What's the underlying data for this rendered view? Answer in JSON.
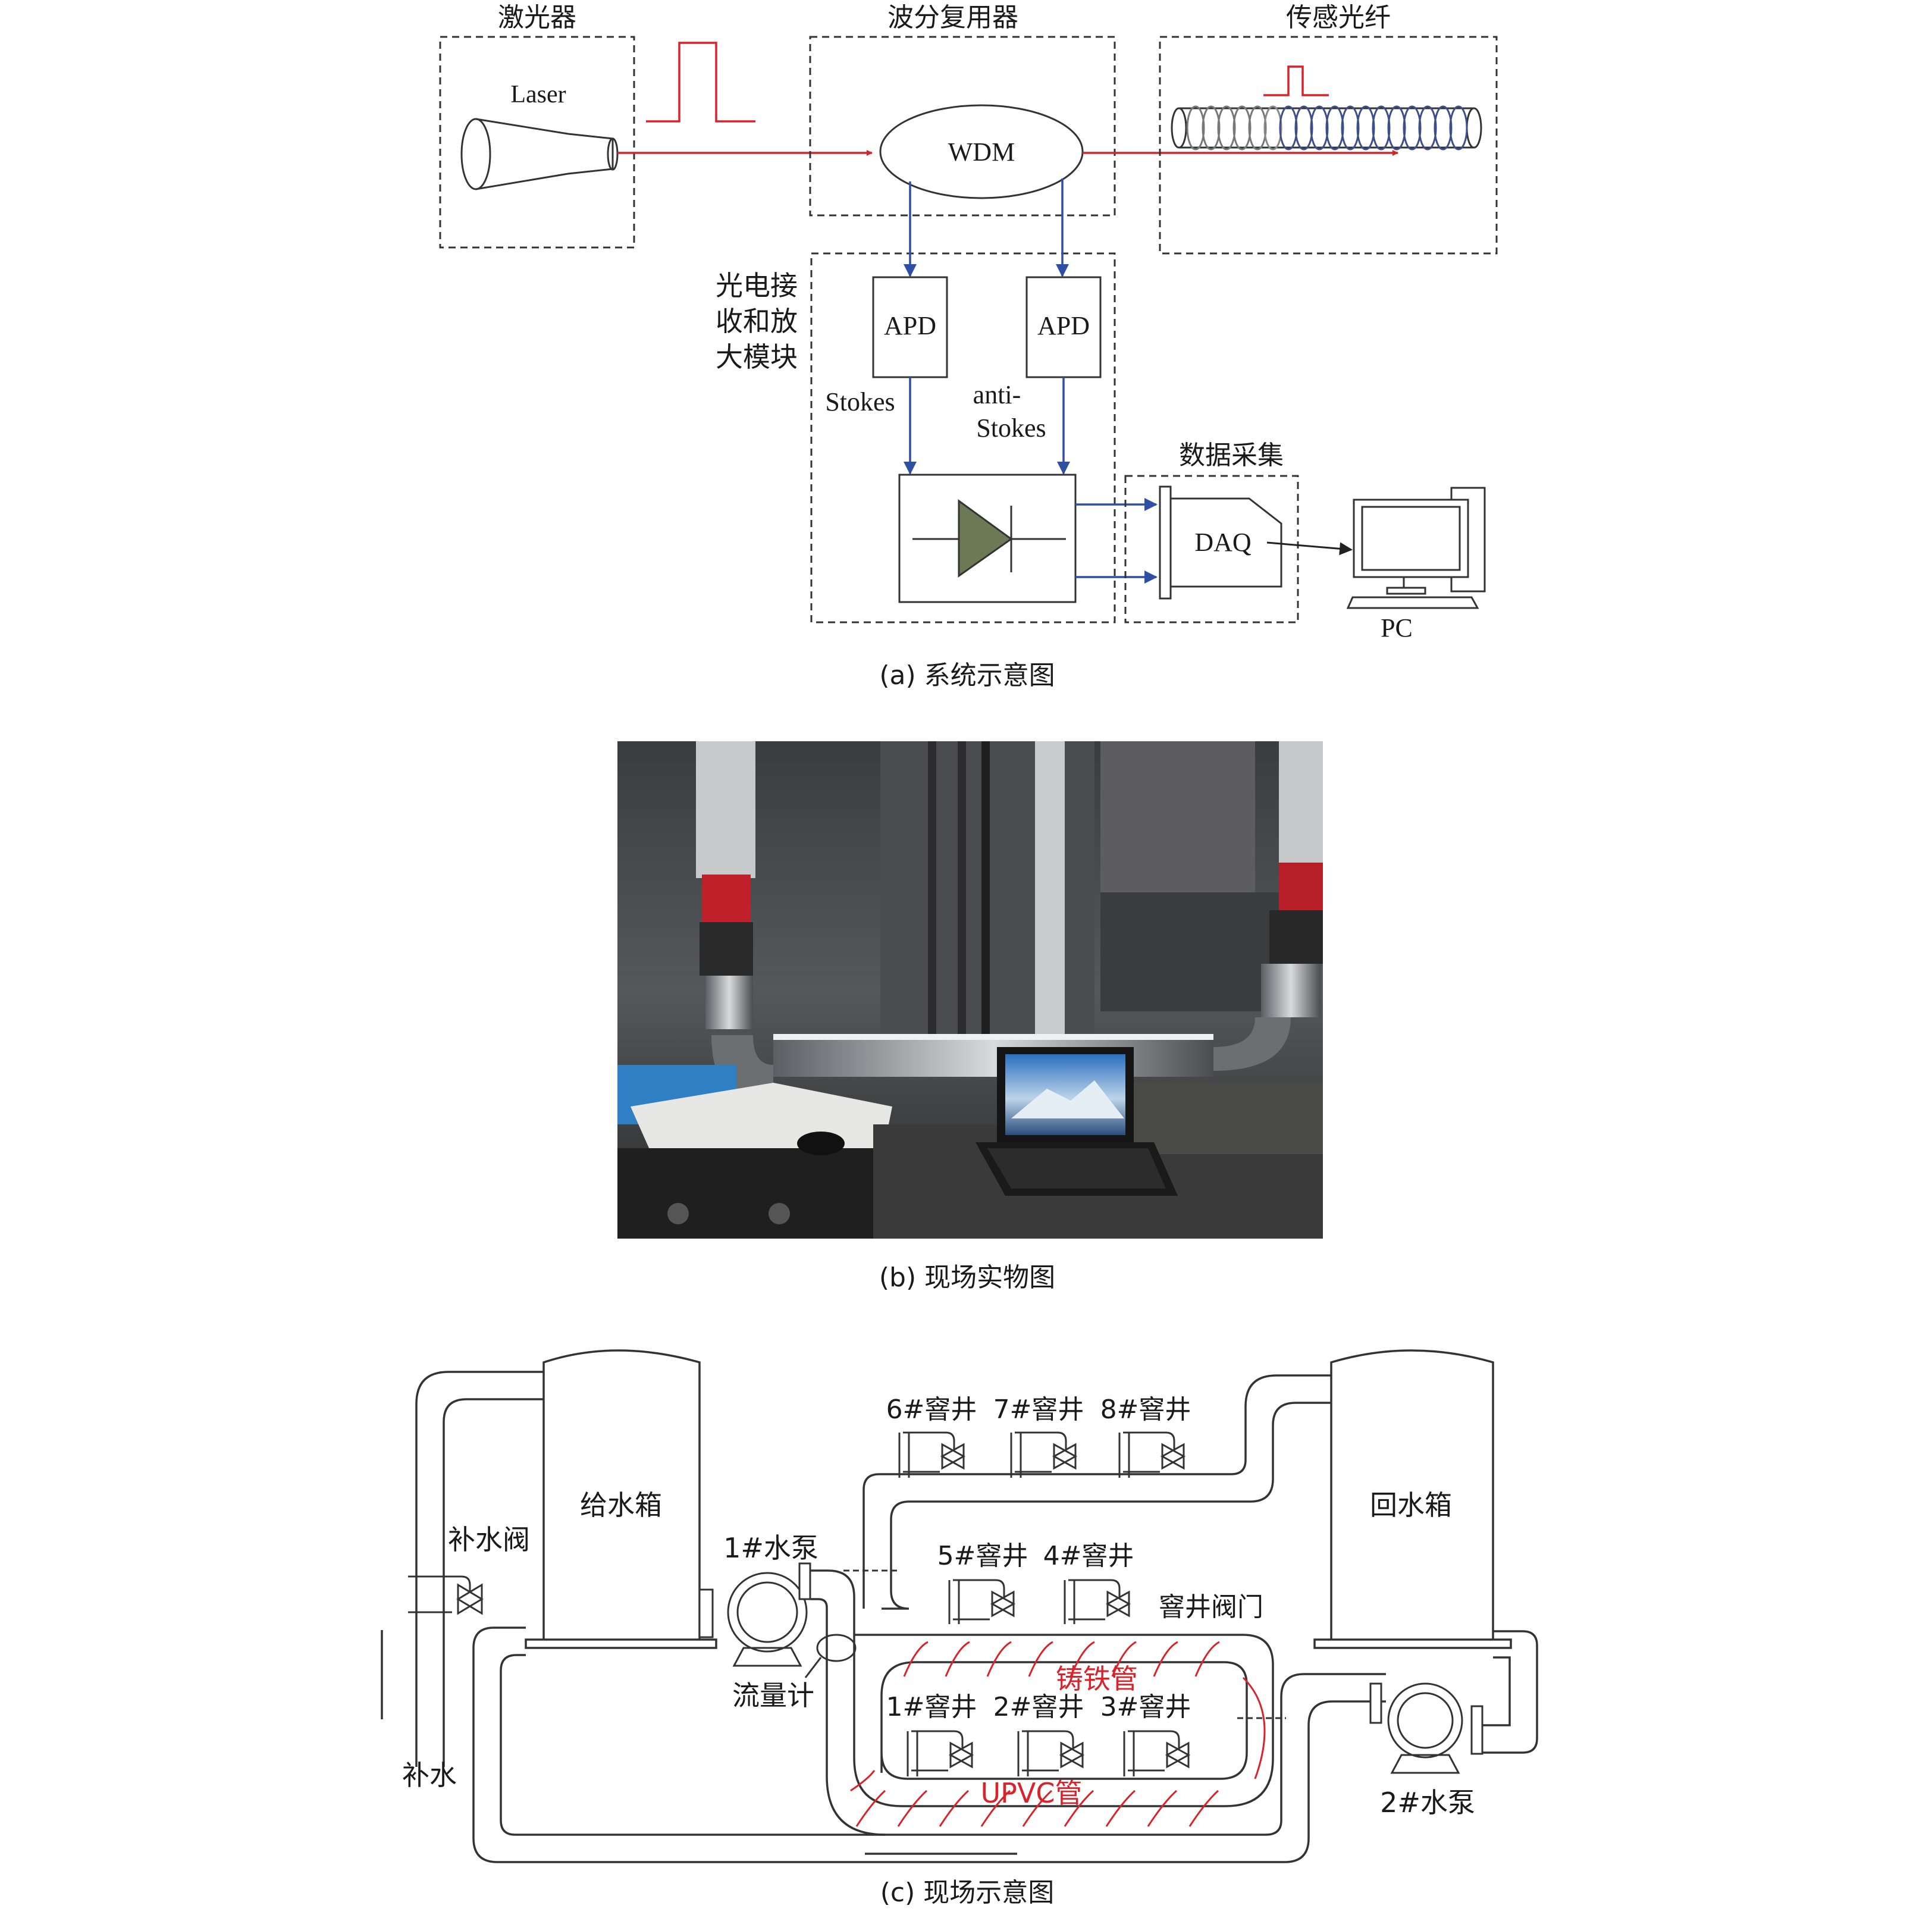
{
  "panel_a": {
    "laser_group_label": "激光器",
    "laser_text": "Laser",
    "wdm_group_label": "波分复用器",
    "wdm_text": "WDM",
    "fiber_group_label": "传感光纤",
    "pd_module_label_lines": [
      "光电接",
      "收和放",
      "大模块"
    ],
    "apd_left": "APD",
    "apd_right": "APD",
    "stokes": "Stokes",
    "anti_stokes_lines": [
      "anti-",
      "Stokes"
    ],
    "daq_group_label": "数据采集",
    "daq_text": "DAQ",
    "pc_text": "PC",
    "caption": "(a) 系统示意图"
  },
  "panel_b": {
    "caption": "(b) 现场实物图"
  },
  "panel_c": {
    "supply_tank": "给水箱",
    "return_tank": "回水箱",
    "makeup_valve": "补水阀",
    "makeup_water": "补水",
    "pump1": "1#水泵",
    "pump2": "2#水泵",
    "flowmeter": "流量计",
    "wells_top": [
      "6#窨井",
      "7#窨井",
      "8#窨井"
    ],
    "wells_mid": [
      "5#窨井",
      "4#窨井"
    ],
    "well_valve": "窨井阀门",
    "wells_bottom": [
      "1#窨井",
      "2#窨井",
      "3#窨井"
    ],
    "cast_iron": "铸铁管",
    "upvc": "UPVC管",
    "caption": "(c) 现场示意图"
  },
  "colors": {
    "laser_red": "#d8232a",
    "signal_blue": "#2f4fa2",
    "diode_fill": "#6b7a55"
  }
}
